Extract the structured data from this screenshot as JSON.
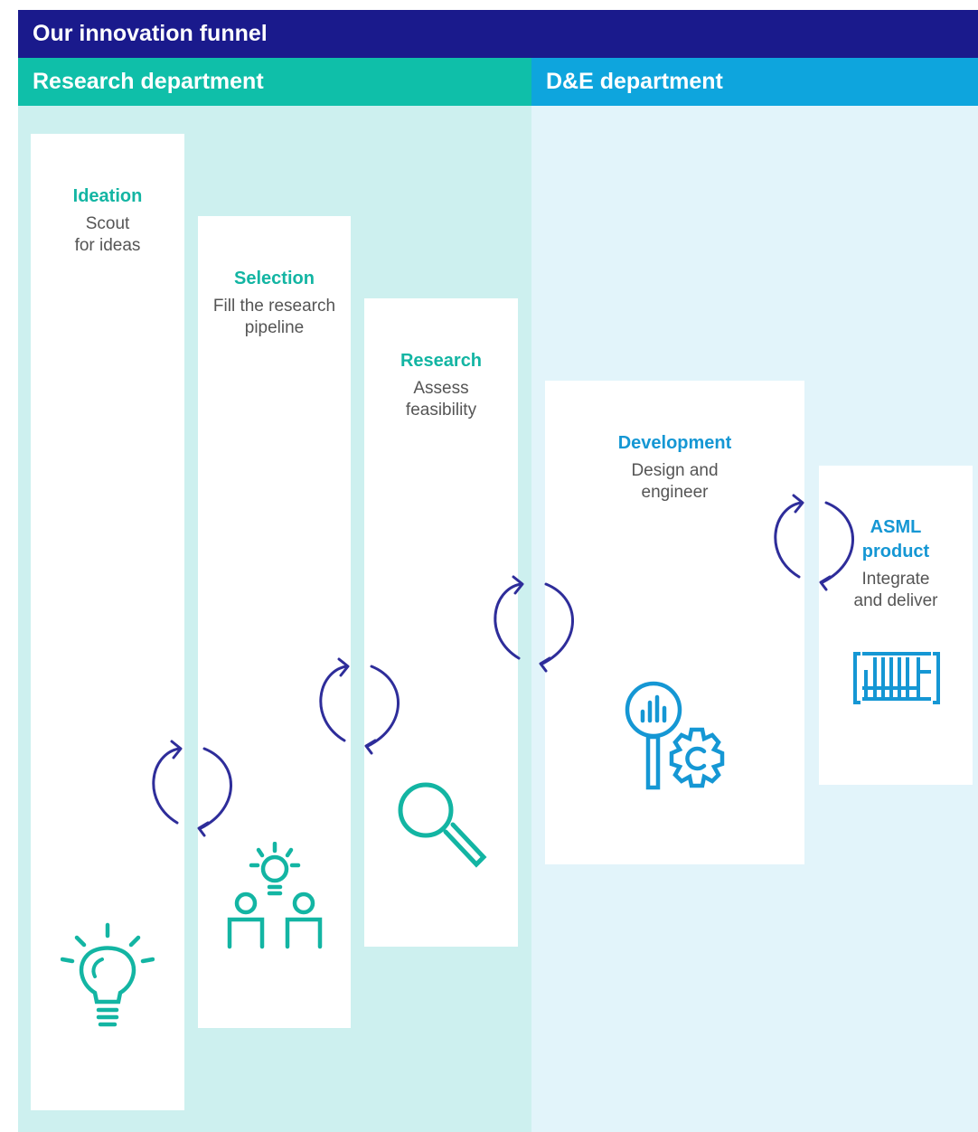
{
  "title": "Our innovation funnel",
  "departments": [
    {
      "name": "Research department",
      "color": "#0fbfa9"
    },
    {
      "name": "D&E department",
      "color": "#0ea5dd"
    }
  ],
  "stages": [
    {
      "title": "Ideation",
      "description": "Scout\nfor ideas",
      "icon": "lightbulb-icon"
    },
    {
      "title": "Selection",
      "description": "Fill the research\npipeline",
      "icon": "team-idea-icon"
    },
    {
      "title": "Research",
      "description": "Assess\nfeasibility",
      "icon": "magnifier-icon"
    },
    {
      "title": "Development",
      "description": "Design and\nengineer",
      "icon": "analysis-gear-icon"
    },
    {
      "title": "ASML\nproduct",
      "description": "Integrate\nand deliver",
      "icon": "machine-icon"
    }
  ],
  "colors": {
    "title_bar": "#1a1a8c",
    "cycle_arrows": "#2e2d9a",
    "teal_icons": "#13b5a3",
    "blue_icons": "#1597d4"
  }
}
